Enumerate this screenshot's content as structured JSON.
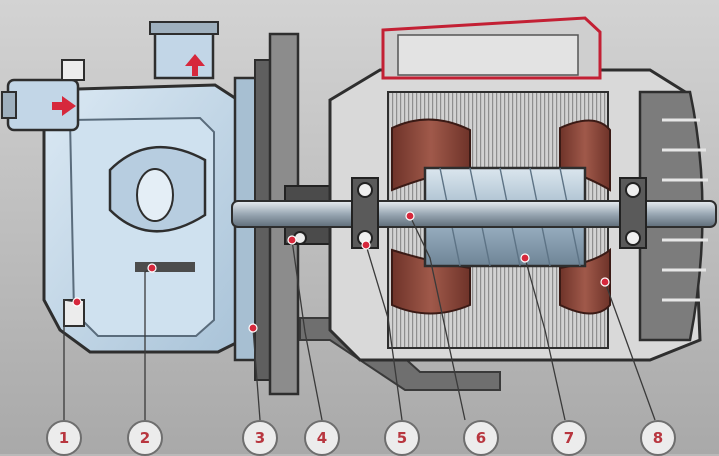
{
  "callouts": [
    {
      "label": "1"
    },
    {
      "label": "2"
    },
    {
      "label": "3"
    },
    {
      "label": "4"
    },
    {
      "label": "5"
    },
    {
      "label": "6"
    },
    {
      "label": "7"
    },
    {
      "label": "8"
    }
  ],
  "colors": {
    "pump_housing": "#c7dced",
    "motor_casing": "#d9d9d9",
    "winding_copper": "#8b4a3f",
    "rotor_steel": "#9fb6c8",
    "flow_arrows": "#d6283c",
    "callout_text": "#b8363f",
    "background": "#b9b9b9"
  }
}
